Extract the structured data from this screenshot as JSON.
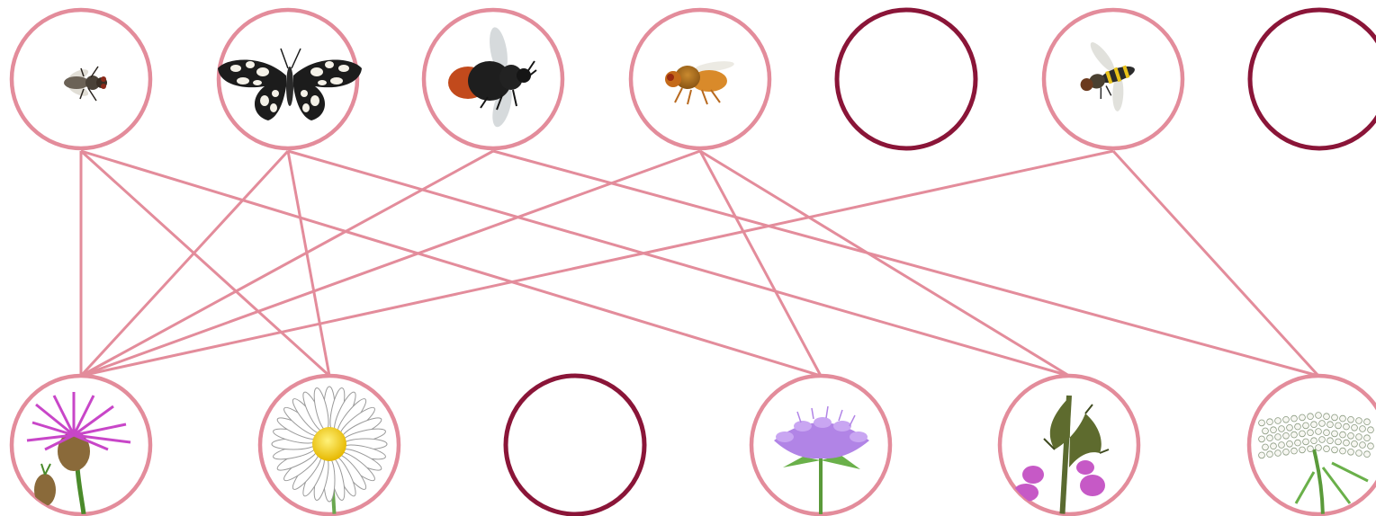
{
  "palette": {
    "link": "#e38c9b",
    "filled_ring": "#e38c9b",
    "empty_ring": "#8a1538",
    "background": "#ffffff"
  },
  "pollinators": [
    {
      "id": "p1",
      "icon": "housefly-icon",
      "empty": false
    },
    {
      "id": "p2",
      "icon": "marbled-white-butterfly-icon",
      "empty": false
    },
    {
      "id": "p3",
      "icon": "red-tailed-bumblebee-icon",
      "empty": false
    },
    {
      "id": "p4",
      "icon": "orange-fly-icon",
      "empty": false
    },
    {
      "id": "p5",
      "icon": "",
      "empty": true
    },
    {
      "id": "p6",
      "icon": "hoverfly-icon",
      "empty": false
    },
    {
      "id": "p7",
      "icon": "",
      "empty": true
    }
  ],
  "plants": [
    {
      "id": "f1",
      "icon": "knapweed-icon",
      "empty": false
    },
    {
      "id": "f2",
      "icon": "oxeye-daisy-icon",
      "empty": false
    },
    {
      "id": "f3",
      "icon": "",
      "empty": true
    },
    {
      "id": "f4",
      "icon": "field-scabious-icon",
      "empty": false
    },
    {
      "id": "f5",
      "icon": "wild-thyme-icon",
      "empty": false
    },
    {
      "id": "f6",
      "icon": "wild-carrot-icon",
      "empty": false
    }
  ],
  "links": [
    [
      "p1",
      "f1"
    ],
    [
      "p1",
      "f2"
    ],
    [
      "p1",
      "f4"
    ],
    [
      "p2",
      "f1"
    ],
    [
      "p2",
      "f2"
    ],
    [
      "p2",
      "f5"
    ],
    [
      "p3",
      "f1"
    ],
    [
      "p3",
      "f6"
    ],
    [
      "p4",
      "f1"
    ],
    [
      "p4",
      "f4"
    ],
    [
      "p4",
      "f5"
    ],
    [
      "p6",
      "f1"
    ],
    [
      "p6",
      "f6"
    ]
  ]
}
